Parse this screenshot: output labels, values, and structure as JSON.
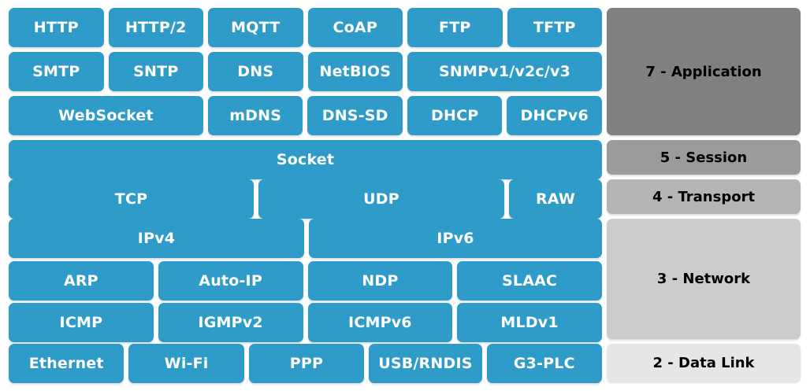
{
  "diagram": {
    "title": "Network Protocol Stack / OSI Layers",
    "colors": {
      "protocol_fill": "#2f9bc9",
      "protocol_text": "#ffffff",
      "layer_application": "#808080",
      "layer_session": "#9b9b9b",
      "layer_transport": "#b5b5b5",
      "layer_network": "#cccccc",
      "layer_datalink": "#e6e6e6",
      "layer_text": "#000000",
      "background": "#ffffff"
    }
  },
  "protocol_rows": [
    {
      "row_id": "application-row-1",
      "cells": [
        {
          "label": "HTTP",
          "flex": 123
        },
        {
          "label": "HTTP/2",
          "flex": 123
        },
        {
          "label": "MQTT",
          "flex": 123
        },
        {
          "label": "CoAP",
          "flex": 123
        },
        {
          "label": "FTP",
          "flex": 123
        },
        {
          "label": "TFTP",
          "flex": 123
        }
      ]
    },
    {
      "row_id": "application-row-2",
      "cells": [
        {
          "label": "SMTP",
          "flex": 123
        },
        {
          "label": "SNTP",
          "flex": 123
        },
        {
          "label": "DNS",
          "flex": 123
        },
        {
          "label": "NetBIOS",
          "flex": 123
        },
        {
          "label": "SNMPv1/v2c/v3",
          "flex": 252
        }
      ]
    },
    {
      "row_id": "application-row-3",
      "cells": [
        {
          "label": "WebSocket",
          "flex": 252
        },
        {
          "label": "mDNS",
          "flex": 123
        },
        {
          "label": "DNS-SD",
          "flex": 123
        },
        {
          "label": "DHCP",
          "flex": 123
        },
        {
          "label": "DHCPv6",
          "flex": 123
        }
      ]
    },
    {
      "row_id": "session-row",
      "cells": [
        {
          "label": "Socket",
          "flex": 753
        }
      ]
    },
    {
      "row_id": "transport-row",
      "cells": [
        {
          "label": "TCP",
          "flex": 311
        },
        {
          "label": "UDP",
          "flex": 312
        },
        {
          "label": "RAW",
          "flex": 118
        }
      ]
    },
    {
      "row_id": "network-row-1",
      "cells": [
        {
          "label": "IPv4",
          "flex": 375
        },
        {
          "label": "IPv6",
          "flex": 372
        }
      ]
    },
    {
      "row_id": "network-row-2",
      "cells": [
        {
          "label": "ARP",
          "flex": 186
        },
        {
          "label": "Auto-IP",
          "flex": 186
        },
        {
          "label": "NDP",
          "flex": 186
        },
        {
          "label": "SLAAC",
          "flex": 186
        }
      ]
    },
    {
      "row_id": "network-row-3",
      "cells": [
        {
          "label": "ICMP",
          "flex": 186
        },
        {
          "label": "IGMPv2",
          "flex": 186
        },
        {
          "label": "ICMPv6",
          "flex": 186
        },
        {
          "label": "MLDv1",
          "flex": 186
        }
      ]
    },
    {
      "row_id": "datalink-row",
      "cells": [
        {
          "label": "Ethernet",
          "flex": 150
        },
        {
          "label": "Wi-Fi",
          "flex": 150
        },
        {
          "label": "PPP",
          "flex": 150
        },
        {
          "label": "USB/RNDIS",
          "flex": 147
        },
        {
          "label": "G3-PLC",
          "flex": 150
        }
      ]
    }
  ],
  "layers": [
    {
      "id": "application",
      "label": "7 - Application",
      "number": "7",
      "name": "Application"
    },
    {
      "id": "session",
      "label": "5 - Session",
      "number": "5",
      "name": "Session"
    },
    {
      "id": "transport",
      "label": "4 - Transport",
      "number": "4",
      "name": "Transport"
    },
    {
      "id": "network",
      "label": "3 - Network",
      "number": "3",
      "name": "Network"
    },
    {
      "id": "datalink",
      "label": "2 - Data Link",
      "number": "2",
      "name": "Data Link"
    }
  ]
}
